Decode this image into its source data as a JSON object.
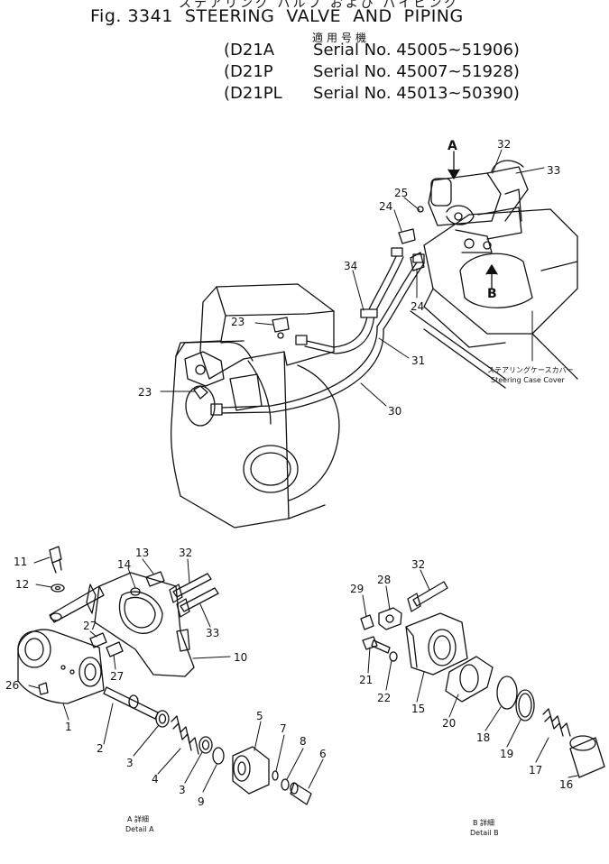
{
  "header": {
    "japanese_title": "ステアリング バルブ および パイピング",
    "figure_title": "Fig. 3341  STEERING  VALVE  AND  PIPING",
    "applicability_jp": "適用号機",
    "serial_ranges": [
      {
        "model": "D21A",
        "serial": "Serial No. 45005~51906"
      },
      {
        "model": "D21P",
        "serial": "Serial No. 45007~51928"
      },
      {
        "model": "D21PL",
        "serial": "Serial No. 45013~50390"
      }
    ]
  },
  "overview": {
    "view_labels": [
      "A",
      "B"
    ],
    "case_cover_jp": "ステアリングケースカバー",
    "case_cover_en": "Steering Case Cover",
    "callouts": [
      "32",
      "33",
      "25",
      "24",
      "24",
      "34",
      "23",
      "31",
      "23",
      "30"
    ]
  },
  "detail_a": {
    "label_jp": "A 詳細",
    "label_en": "Detail A",
    "callouts": [
      "11",
      "12",
      "13",
      "14",
      "32",
      "27",
      "27",
      "33",
      "10",
      "26",
      "1",
      "2",
      "3",
      "4",
      "3",
      "9",
      "5",
      "7",
      "8",
      "6"
    ]
  },
  "detail_b": {
    "label_jp": "B 詳細",
    "label_en": "Detail B",
    "callouts": [
      "29",
      "28",
      "32",
      "21",
      "22",
      "15",
      "20",
      "18",
      "19",
      "17",
      "16"
    ]
  }
}
